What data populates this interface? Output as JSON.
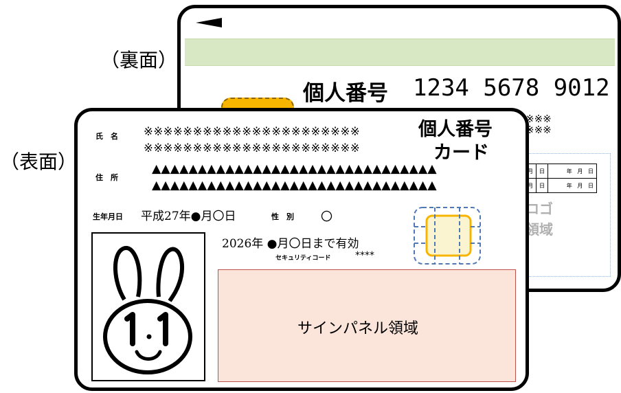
{
  "labels": {
    "back": "（裏面）",
    "front": "（表面）"
  },
  "back_card": {
    "number_label": "個人番号",
    "number_value": "1234 5678 9012",
    "stars": [
      "※※※",
      "※※※"
    ],
    "table_rows": [
      [
        "月",
        "日",
        "年",
        "月",
        "日"
      ],
      [
        "月",
        "日",
        "年",
        "月",
        "日"
      ]
    ],
    "logo_text": [
      "ロゴ",
      "領域"
    ]
  },
  "front_card": {
    "name_label": "氏　名",
    "name_lines": [
      "※※※※※※※※※※※※※※※※※※※※※※",
      "※※※※※※※※※※※※※※※※※※※※※※"
    ],
    "address_label": "住　所",
    "address_lines": [
      "▲▲▲▲▲▲▲▲▲▲▲▲▲▲▲▲▲▲▲▲▲▲▲▲▲▲▲▲▲▲▲",
      "▲▲▲▲▲▲▲▲▲▲▲▲▲▲▲▲▲▲▲▲▲▲▲▲▲▲▲▲▲▲▲"
    ],
    "birth_label": "生年月日",
    "birth_value": "平成27年●月〇日",
    "sex_label": "性　別",
    "sex_value": "〇",
    "title": [
      "個人番号",
      "カード"
    ],
    "valid_until": "2026年 ●月〇日まで有効",
    "security_label": "セキュリティコード",
    "security_value": "****",
    "sign_panel": "サインパネル領域"
  },
  "colors": {
    "green_band": "#d8e8c4",
    "chip_fill": "#fbf4d1",
    "chip_orange": "#f7b500",
    "chip_dash": "#4e79b5",
    "sign_fill": "#fbe5db",
    "sign_border": "#c0504d",
    "logo_border": "#9db3d6",
    "logo_text": "#b0b0b0"
  }
}
